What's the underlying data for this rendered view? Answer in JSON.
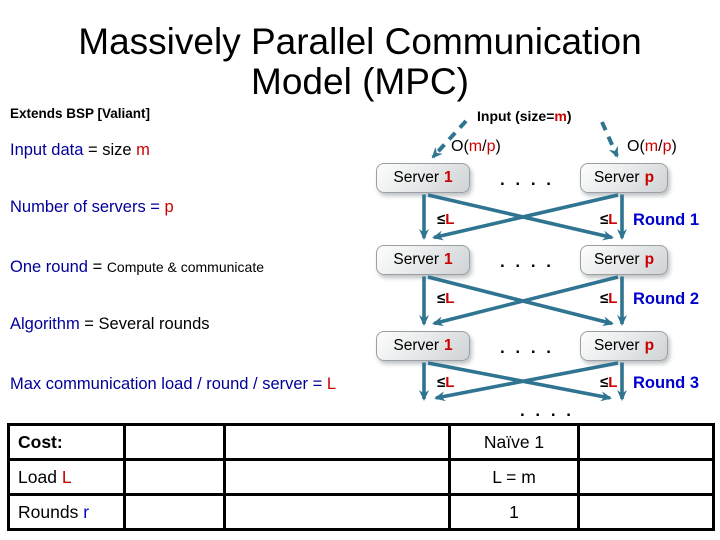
{
  "colors": {
    "navy": "#000099",
    "red": "#CC0000",
    "blue": "#0000CC",
    "teal": "#2F7490",
    "box_border": "#9aa0a3"
  },
  "title": {
    "line1": "Massively Parallel Communication",
    "line2": "Model (MPC)"
  },
  "left_panel": {
    "extends_note": "Extends BSP [Valiant]",
    "input_data": {
      "head": "Input data",
      "mid": "= size",
      "value": "m"
    },
    "servers": {
      "head": "Number of servers =",
      "value": "p"
    },
    "one_round": {
      "head": "One round",
      "eq": "=",
      "desc": "Compute & communicate"
    },
    "algorithm": {
      "head": "Algorithm",
      "rest": "= Several rounds"
    },
    "max_load": {
      "head": "Max communication load / round / server =",
      "value": "L"
    }
  },
  "diagram": {
    "input_label": {
      "pre": "Input (size=",
      "m": "m",
      "post": ")"
    },
    "per_server_load": {
      "pre": "O(",
      "m": "m",
      "slash": "/",
      "p": "p",
      "post": ")"
    },
    "server_word": "Server",
    "server_first": "1",
    "server_last": "p",
    "dots": ". . . .",
    "load_leq": "≤",
    "load_val": "L",
    "rounds": [
      {
        "label": "Round 1"
      },
      {
        "label": "Round 2"
      },
      {
        "label": "Round 3"
      }
    ]
  },
  "table": {
    "rows": [
      {
        "label_black": "Cost:",
        "label_colored": "",
        "naive": "Naïve 1"
      },
      {
        "label_black": "Load",
        "label_colored": "L",
        "naive": "L = m"
      },
      {
        "label_black": "Rounds",
        "label_colored": "r",
        "naive": "1"
      }
    ]
  }
}
